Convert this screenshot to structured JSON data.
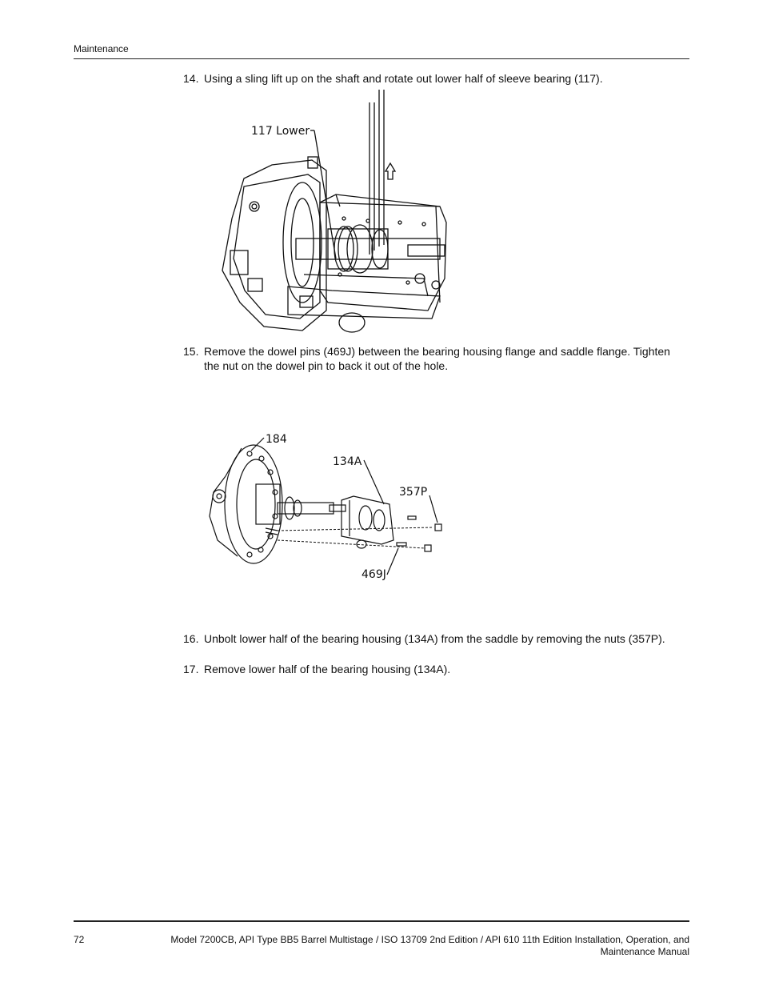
{
  "header": {
    "section": "Maintenance"
  },
  "steps": [
    {
      "number": "14.",
      "text": "Using a sling lift up on the shaft and rotate out lower half of sleeve bearing (117)."
    },
    {
      "number": "15.",
      "text": "Remove the dowel pins (469J) between the bearing housing flange and saddle flange. Tighten the nut on the dowel pin to back it out of the hole."
    },
    {
      "number": "16.",
      "text": "Unbolt lower half of the bearing housing (134A) from the saddle by removing the nuts (357P)."
    },
    {
      "number": "17.",
      "text": "Remove lower half of the bearing housing (134A)."
    }
  ],
  "figure1": {
    "callouts": [
      "117 Lower"
    ]
  },
  "figure2": {
    "callouts": [
      "184",
      "134A",
      "357P",
      "469J"
    ]
  },
  "footer": {
    "page_number": "72",
    "title_line1": "Model 7200CB, API Type BB5 Barrel Multistage / ISO 13709 2nd Edition / API 610 11th Edition Installation, Operation, and",
    "title_line2": "Maintenance Manual"
  }
}
